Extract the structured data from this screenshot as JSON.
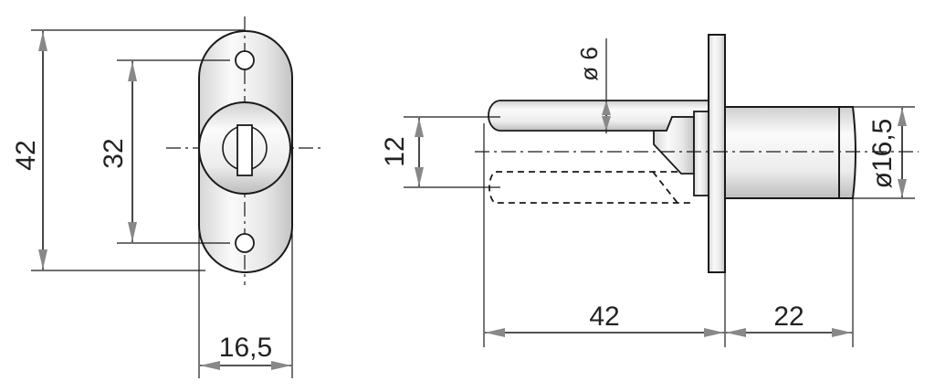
{
  "front_view": {
    "height_total": "42",
    "hole_spacing": "32",
    "width": "16,5"
  },
  "side_view": {
    "pin_diameter": "ø 6",
    "pin_travel": "12",
    "pin_length": "42",
    "body_length": "22",
    "body_diameter": "ø16,5"
  },
  "colors": {
    "line": "#1a1a1a",
    "arrow": "#888888",
    "metal_light": "#f4f4f4",
    "metal_dark": "#b8b8b8"
  }
}
